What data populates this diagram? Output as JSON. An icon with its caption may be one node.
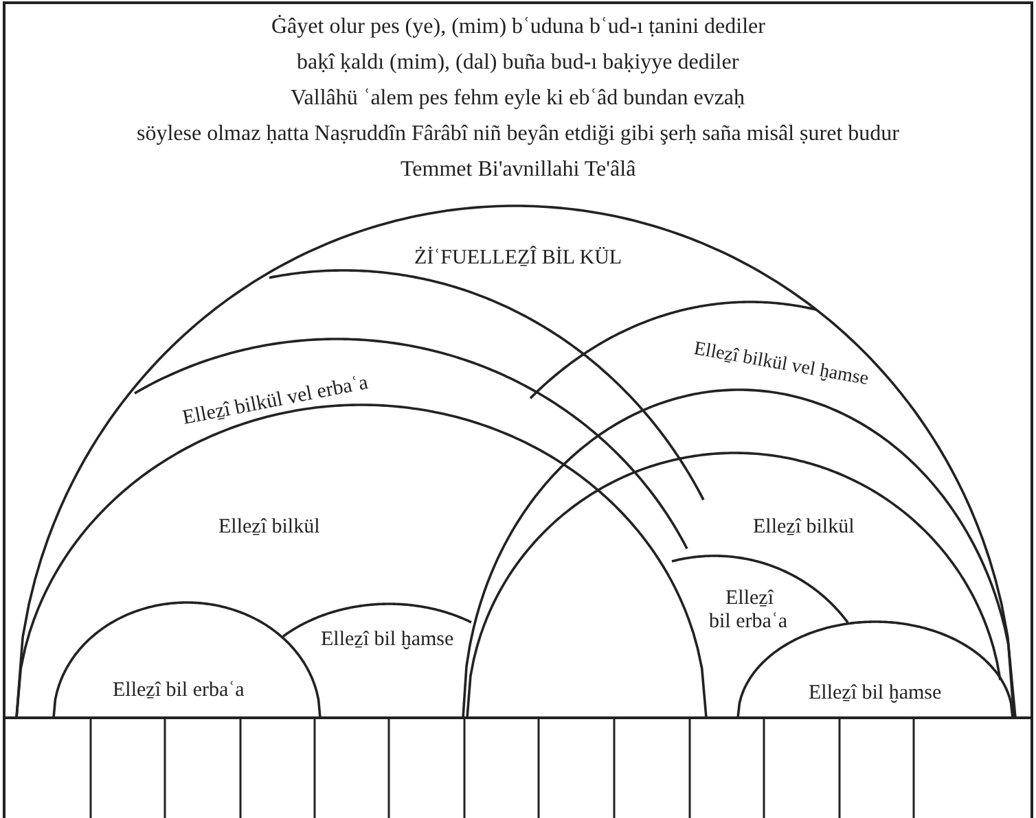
{
  "diagram": {
    "labels": [
      "Ġâyet olur pes (ye), (mim) bʿuduna bʿud-ı ṭanini dediler",
      "baḳî ḳaldı (mim), (dal) buña bud-ı baḳiyye dediler",
      "Vallâhü ʿalem pes fehm eyle ki ebʿâd bundan evzaḥ",
      "söylese olmaz ḥatta Naṣruddîn Fârâbî niñ beyân etdiği gibi şerḥ saña misâl ṣuret budur",
      "Temmet Bi'avnillahi Te'âlâ",
      "ŻİʿFUELLEẔÎ BİL KÜL",
      "Elleẕî bilkül vel erbaʿa",
      "Elleẕî bilkül vel ḫamse",
      "Elleẕî bilkül",
      "Elleẕî bilkül",
      "Elleẕî bil erbaʿa",
      "Elleẕî bil ḫamse",
      "Elleẕî bil erbaʿa",
      "Elleẕî bil ḫamse"
    ]
  }
}
